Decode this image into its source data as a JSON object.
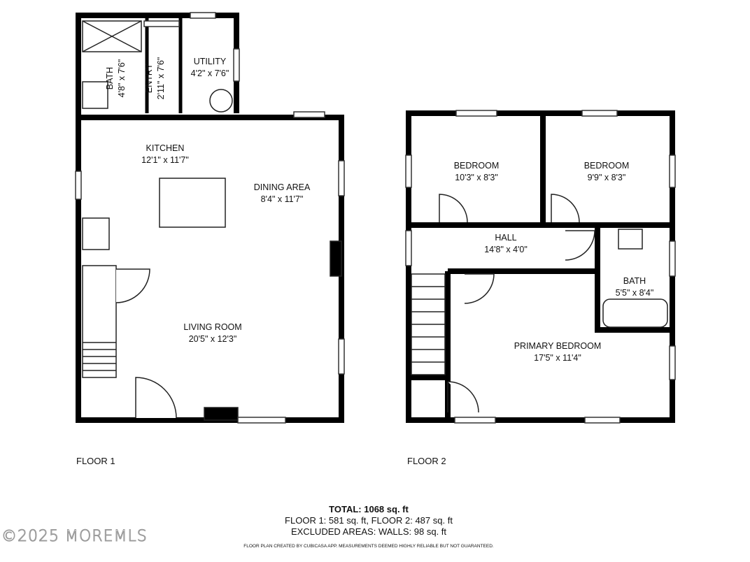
{
  "floor1": {
    "label": "FLOOR 1",
    "rooms": [
      {
        "name": "BATH",
        "dims": "4'8\" x 7'6\""
      },
      {
        "name": "ENTRY",
        "dims": "2'11\" x 7'6\""
      },
      {
        "name": "UTILITY",
        "dims": "4'2\" x 7'6\""
      },
      {
        "name": "KITCHEN",
        "dims": "12'1\" x 11'7\""
      },
      {
        "name": "DINING AREA",
        "dims": "8'4\" x 11'7\""
      },
      {
        "name": "LIVING ROOM",
        "dims": "20'5\" x 12'3\""
      }
    ]
  },
  "floor2": {
    "label": "FLOOR 2",
    "rooms": [
      {
        "name": "BEDROOM",
        "dims": "10'3\" x 8'3\""
      },
      {
        "name": "BEDROOM",
        "dims": "9'9\" x 8'3\""
      },
      {
        "name": "HALL",
        "dims": "14'8\" x 4'0\""
      },
      {
        "name": "BATH",
        "dims": "5'5\" x 8'4\""
      },
      {
        "name": "PRIMARY BEDROOM",
        "dims": "17'5\" x 11'4\""
      }
    ]
  },
  "summary": {
    "total": "TOTAL: 1068 sq. ft",
    "floors": "FLOOR 1: 581 sq. ft, FLOOR 2: 487 sq. ft",
    "excluded": "EXCLUDED AREAS: WALLS: 98 sq. ft",
    "disclaimer": "FLOOR PLAN CREATED BY CUBICASA APP. MEASUREMENTS DEEMED HIGHLY RELIABLE BUT NOT GUARANTEED."
  },
  "watermark": "©2025 MOREMLS"
}
